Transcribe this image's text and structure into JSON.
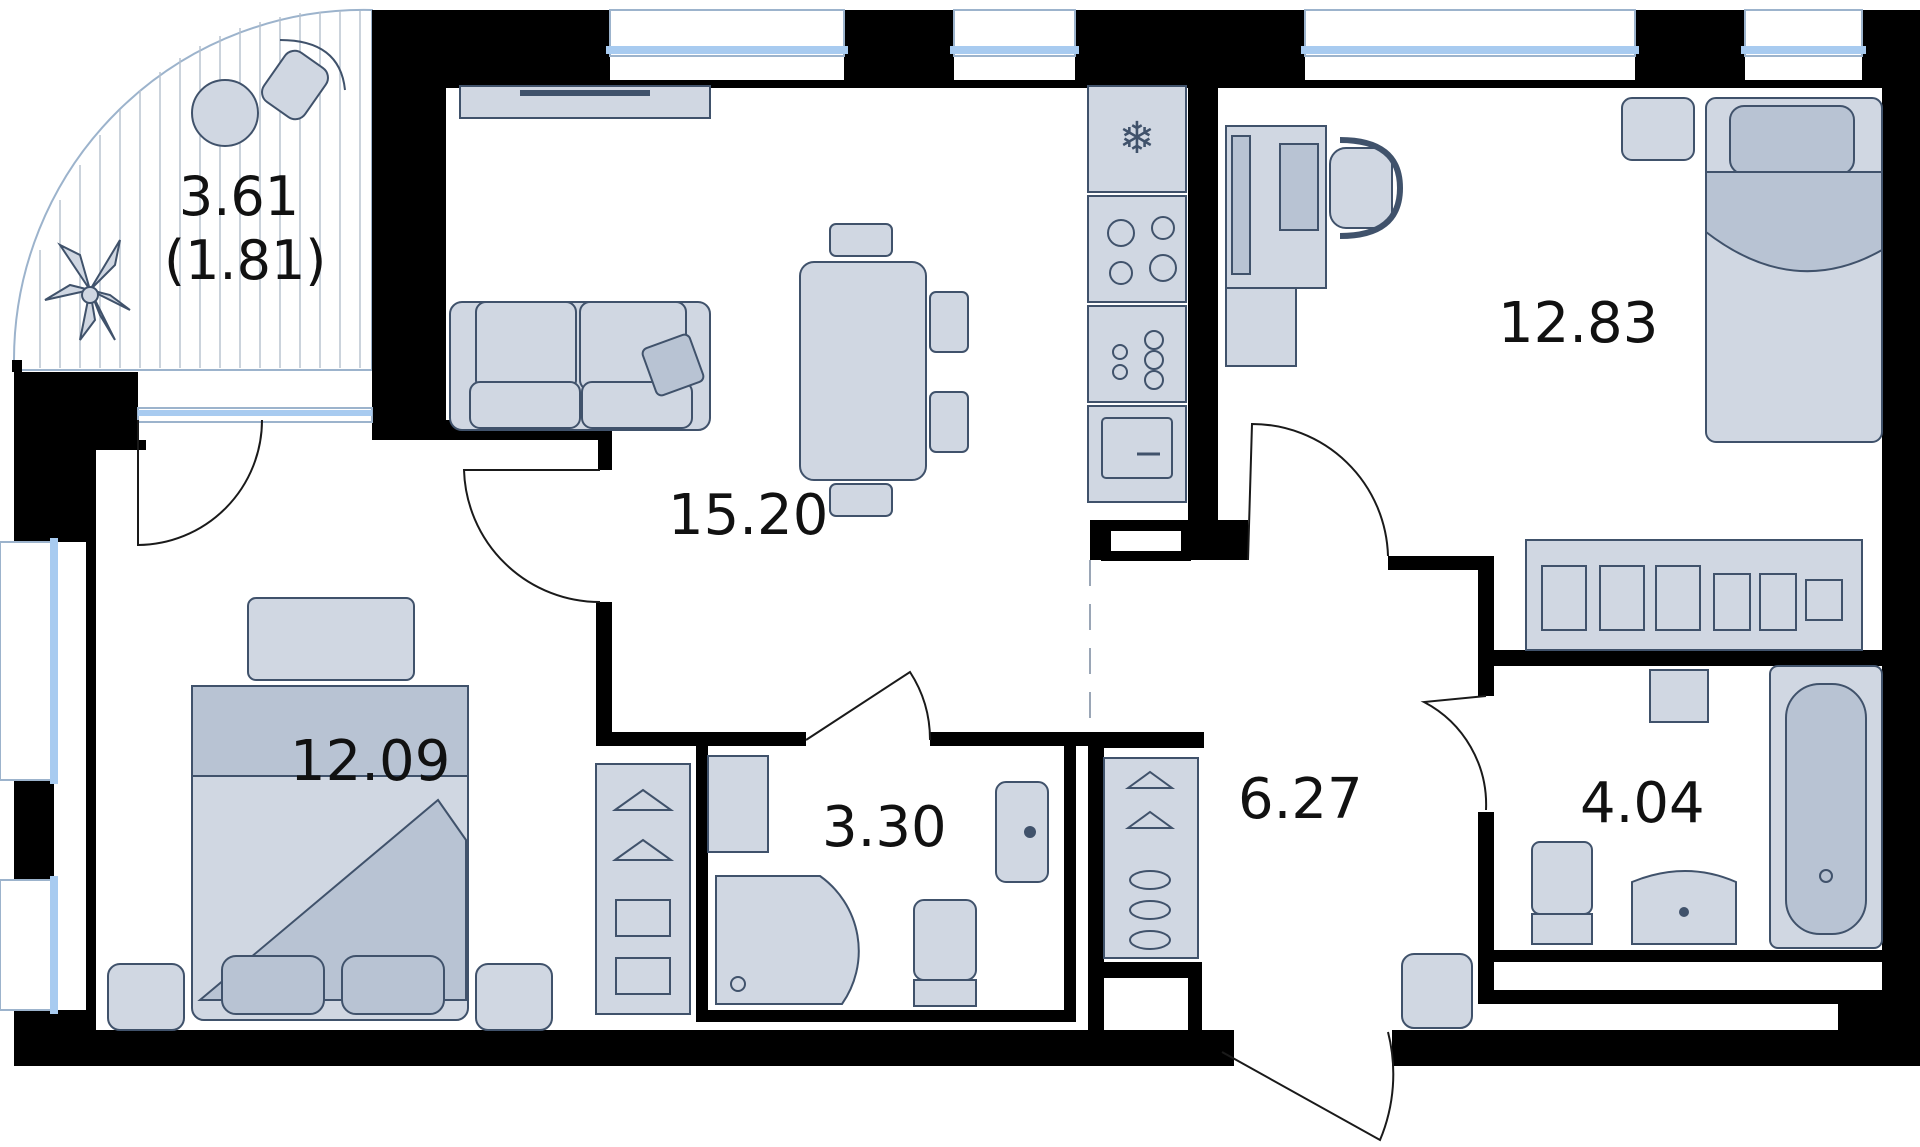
{
  "colors": {
    "wall": "#000000",
    "furniture_fill": "#d0d7e2",
    "furniture_stroke": "#40526b",
    "window_glass": "#a8cbf0",
    "background": "#ffffff"
  },
  "rooms": [
    {
      "id": "balcony",
      "area": "3.61",
      "area_reduced": "(1.81)"
    },
    {
      "id": "kitchen-living",
      "area": "15.20"
    },
    {
      "id": "bedroom-right",
      "area": "12.83"
    },
    {
      "id": "bedroom-left",
      "area": "12.09"
    },
    {
      "id": "bathroom-small",
      "area": "3.30"
    },
    {
      "id": "hallway",
      "area": "6.27"
    },
    {
      "id": "bathroom-large",
      "area": "4.04"
    }
  ],
  "icons": {
    "fridge": "snowflake-icon",
    "stove": "hob-icon",
    "sink": "sink-icon",
    "toilet": "toilet-icon",
    "shower": "shower-icon",
    "bathtub": "bathtub-icon",
    "washer": "washing-machine-icon",
    "plant": "plant-icon",
    "wardrobe": "hanger-icon"
  }
}
